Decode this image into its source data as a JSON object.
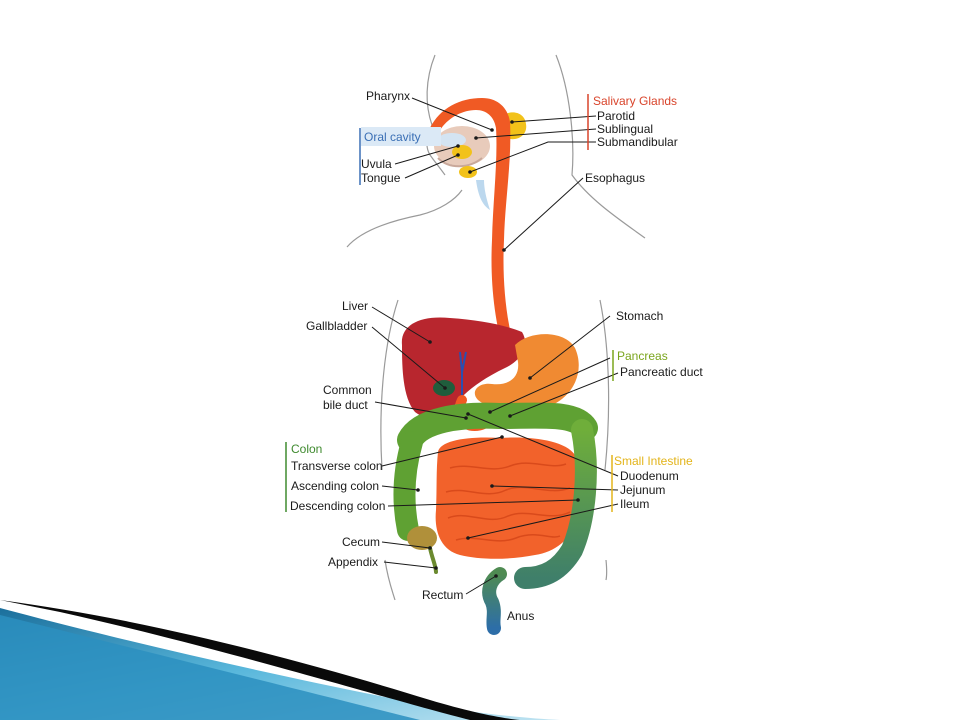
{
  "theme": {
    "salivary": "#d9442b",
    "oral": "#3a6fb5",
    "pancreas": "#7aa51c",
    "colon": "#3f8a2f",
    "small_intestine": "#e3b41a",
    "ribbon_dark": "#0a0a0a",
    "ribbon_blue": "#2c8fc0"
  },
  "groups": {
    "salivary": {
      "title": "Salivary Glands",
      "items": [
        "Parotid",
        "Sublingual",
        "Submandibular"
      ]
    },
    "oral": {
      "title": "Oral cavity",
      "items": [
        "Uvula",
        "Tongue"
      ]
    },
    "pancreas": {
      "title": "Pancreas",
      "items": [
        "Pancreatic duct"
      ]
    },
    "colon": {
      "title": "Colon",
      "items": [
        "Transverse colon",
        "Ascending colon",
        "Descending colon"
      ]
    },
    "small_intestine": {
      "title": "Small Intestine",
      "items": [
        "Duodenum",
        "Jejunum",
        "Ileum"
      ]
    }
  },
  "labels": {
    "pharynx": "Pharynx",
    "esophagus": "Esophagus",
    "liver": "Liver",
    "gallbladder": "Gallbladder",
    "stomach": "Stomach",
    "common_bile_duct_1": "Common",
    "common_bile_duct_2": "bile duct",
    "cecum": "Cecum",
    "appendix": "Appendix",
    "rectum": "Rectum",
    "anus": "Anus"
  }
}
